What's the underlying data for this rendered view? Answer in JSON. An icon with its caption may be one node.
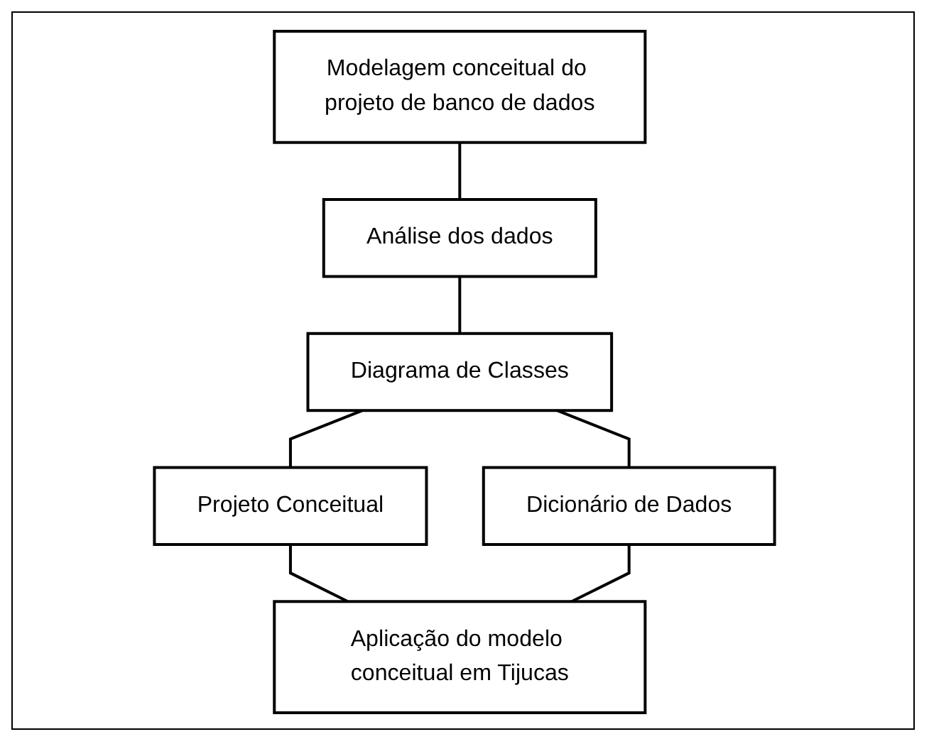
{
  "diagram": {
    "nodes": [
      {
        "text": [
          "Modelagem conceitual do projeto de banco de dados"
        ]
      },
      {
        "text": [
          "Análise dos dados"
        ]
      },
      {
        "text": [
          "Diagrama de Classes"
        ]
      },
      {
        "text": [
          "Projeto Conceitual"
        ]
      },
      {
        "text": [
          "Dicionário de Dados"
        ]
      },
      {
        "text": [
          "Aplicação do modelo conceitual em Tijucas"
        ]
      }
    ],
    "edges": [
      {
        "from": 0,
        "to": 1,
        "arrow": "none"
      },
      {
        "from": 1,
        "to": 2,
        "arrow": "none"
      },
      {
        "from": 2,
        "to": 3,
        "arrow": "none"
      },
      {
        "from": 2,
        "to": 4,
        "arrow": "none"
      },
      {
        "from": 3,
        "to": 5,
        "arrow": "none"
      },
      {
        "from": 4,
        "to": 5,
        "arrow": "none"
      }
    ]
  }
}
